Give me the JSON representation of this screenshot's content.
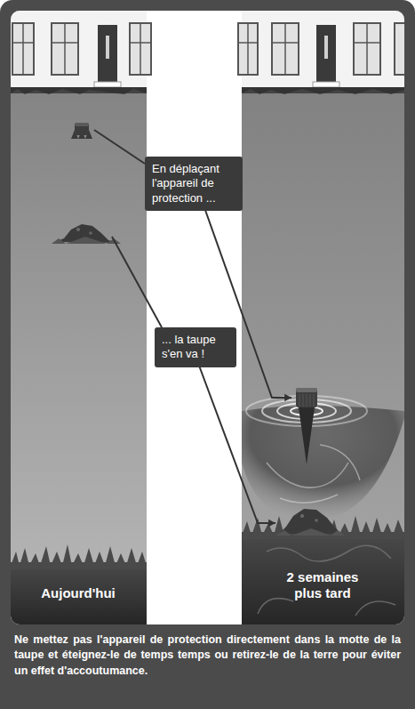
{
  "diagram": {
    "caption": "Ne mettez pas l'appareil de protection directement dans la motte de la taupe et éteignez-le de temps temps ou retirez-le de la terre pour éviter un effet d'accoutumance.",
    "nodes": [
      {
        "text": [
          "En déplaçant l'appareil de protection ..."
        ]
      },
      {
        "text": [
          "... la taupe s'en va !"
        ]
      }
    ],
    "labels": [
      "Aujourd'hui",
      "2 semaines plus tard"
    ]
  }
}
